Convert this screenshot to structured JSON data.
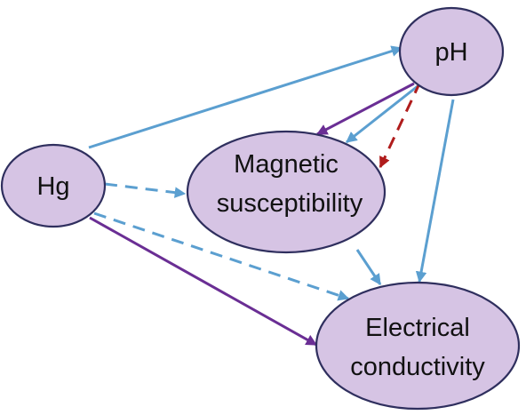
{
  "nodes": {
    "ph": {
      "label_lines": [
        "pH"
      ]
    },
    "hg": {
      "label_lines": [
        "Hg"
      ]
    },
    "magnetic": {
      "label_lines": [
        "Magnetic",
        "susceptibility"
      ]
    },
    "electrical": {
      "label_lines": [
        "Electrical",
        "conductivity"
      ]
    }
  },
  "colors": {
    "node_fill": "#d6c4e4",
    "node_stroke": "#2f2f5e",
    "blue": "#5b9fd0",
    "purple": "#6a2e94",
    "red": "#b01c1c"
  },
  "edges": [
    {
      "from": "hg",
      "to": "ph",
      "style": "solid",
      "color": "blue"
    },
    {
      "from": "hg",
      "to": "magnetic",
      "style": "dashed",
      "color": "blue"
    },
    {
      "from": "hg",
      "to": "electrical",
      "style": "dashed",
      "color": "blue"
    },
    {
      "from": "hg",
      "to": "electrical",
      "style": "solid",
      "color": "purple"
    },
    {
      "from": "ph",
      "to": "magnetic",
      "style": "solid",
      "color": "purple"
    },
    {
      "from": "ph",
      "to": "magnetic",
      "style": "solid",
      "color": "blue"
    },
    {
      "from": "ph",
      "to": "magnetic",
      "style": "dashed",
      "color": "red"
    },
    {
      "from": "ph",
      "to": "electrical",
      "style": "solid",
      "color": "blue"
    },
    {
      "from": "magnetic",
      "to": "electrical",
      "style": "solid",
      "color": "blue"
    }
  ]
}
